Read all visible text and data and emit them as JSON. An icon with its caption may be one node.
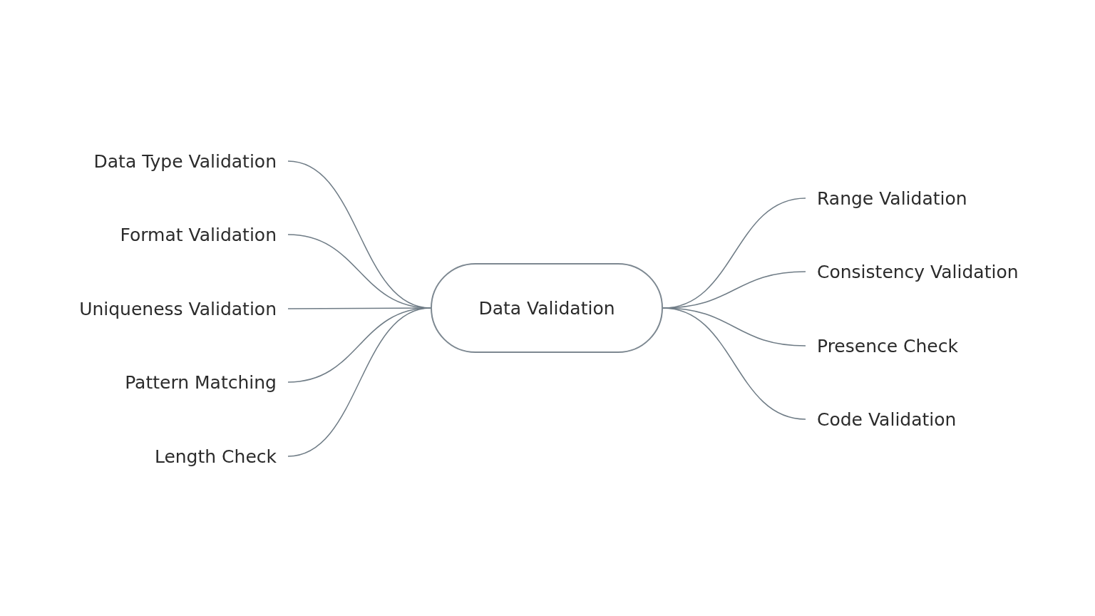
{
  "diagram": {
    "nodes": [
      {
        "text": [
          "Data Validation"
        ]
      },
      {
        "text": [
          "Data Type Validation"
        ]
      },
      {
        "text": [
          "Format Validation"
        ]
      },
      {
        "text": [
          "Uniqueness Validation"
        ]
      },
      {
        "text": [
          "Pattern Matching"
        ]
      },
      {
        "text": [
          "Length Check"
        ]
      },
      {
        "text": [
          "Range Validation"
        ]
      },
      {
        "text": [
          "Consistency Validation"
        ]
      },
      {
        "text": [
          "Presence Check"
        ]
      },
      {
        "text": [
          "Code Validation"
        ]
      }
    ],
    "edges": [
      {
        "from": 0,
        "to": 1,
        "arrow": "none"
      },
      {
        "from": 0,
        "to": 2,
        "arrow": "none"
      },
      {
        "from": 0,
        "to": 3,
        "arrow": "none"
      },
      {
        "from": 0,
        "to": 4,
        "arrow": "none"
      },
      {
        "from": 0,
        "to": 5,
        "arrow": "none"
      },
      {
        "from": 0,
        "to": 6,
        "arrow": "none"
      },
      {
        "from": 0,
        "to": 7,
        "arrow": "none"
      },
      {
        "from": 0,
        "to": 8,
        "arrow": "none"
      },
      {
        "from": 0,
        "to": 9,
        "arrow": "none"
      }
    ]
  }
}
